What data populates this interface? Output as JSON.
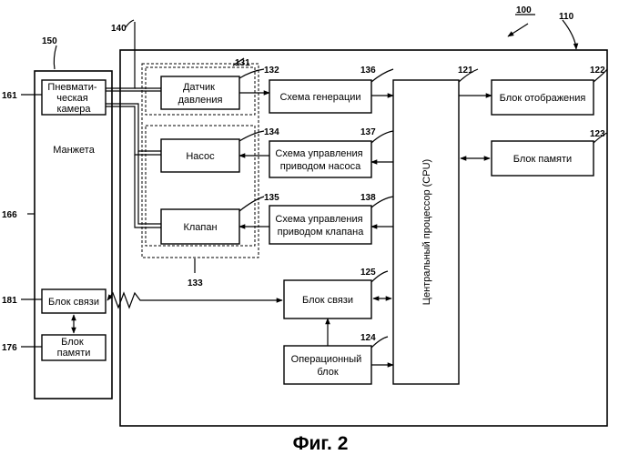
{
  "diagram": {
    "overall_ref": "100",
    "main_unit": {
      "ref": "110"
    },
    "cuff_unit": {
      "ref": "150",
      "title": "Манжета"
    },
    "side_refs": {
      "air_chamber": "161",
      "cuff_body": "166",
      "cuff_comm": "181",
      "cuff_memory": "176"
    },
    "blocks": {
      "air_chamber": {
        "ref": "161",
        "lines": [
          "Пневмати-",
          "ческая",
          "камера"
        ]
      },
      "cuff_comm": {
        "ref": "181",
        "lines": [
          "Блок связи"
        ]
      },
      "cuff_memory": {
        "ref": "176",
        "lines": [
          "Блок",
          "памяти"
        ]
      },
      "pressure_sensor": {
        "ref": "132",
        "lines": [
          "Датчик",
          "давления"
        ]
      },
      "pump": {
        "ref": "134",
        "lines": [
          "Насос"
        ]
      },
      "valve": {
        "ref": "135",
        "lines": [
          "Клапан"
        ]
      },
      "generation": {
        "ref": "136",
        "lines": [
          "Схема генерации"
        ]
      },
      "pump_drive": {
        "ref": "137",
        "lines": [
          "Схема управления",
          "приводом насоса"
        ]
      },
      "valve_drive": {
        "ref": "138",
        "lines": [
          "Схема управления",
          "приводом клапана"
        ]
      },
      "cpu": {
        "ref": "121",
        "lines": [
          "Центральный процессор (CPU)"
        ]
      },
      "display": {
        "ref": "122",
        "lines": [
          "Блок отображения"
        ]
      },
      "memory": {
        "ref": "123",
        "lines": [
          "Блок памяти"
        ]
      },
      "comm": {
        "ref": "125",
        "lines": [
          "Блок связи"
        ]
      },
      "operation": {
        "ref": "124",
        "lines": [
          "Операционный",
          "блок"
        ]
      }
    },
    "group_refs": {
      "sensor_group": "131",
      "actuator_group": "133",
      "tube": "140"
    },
    "caption": "Фиг. 2"
  }
}
